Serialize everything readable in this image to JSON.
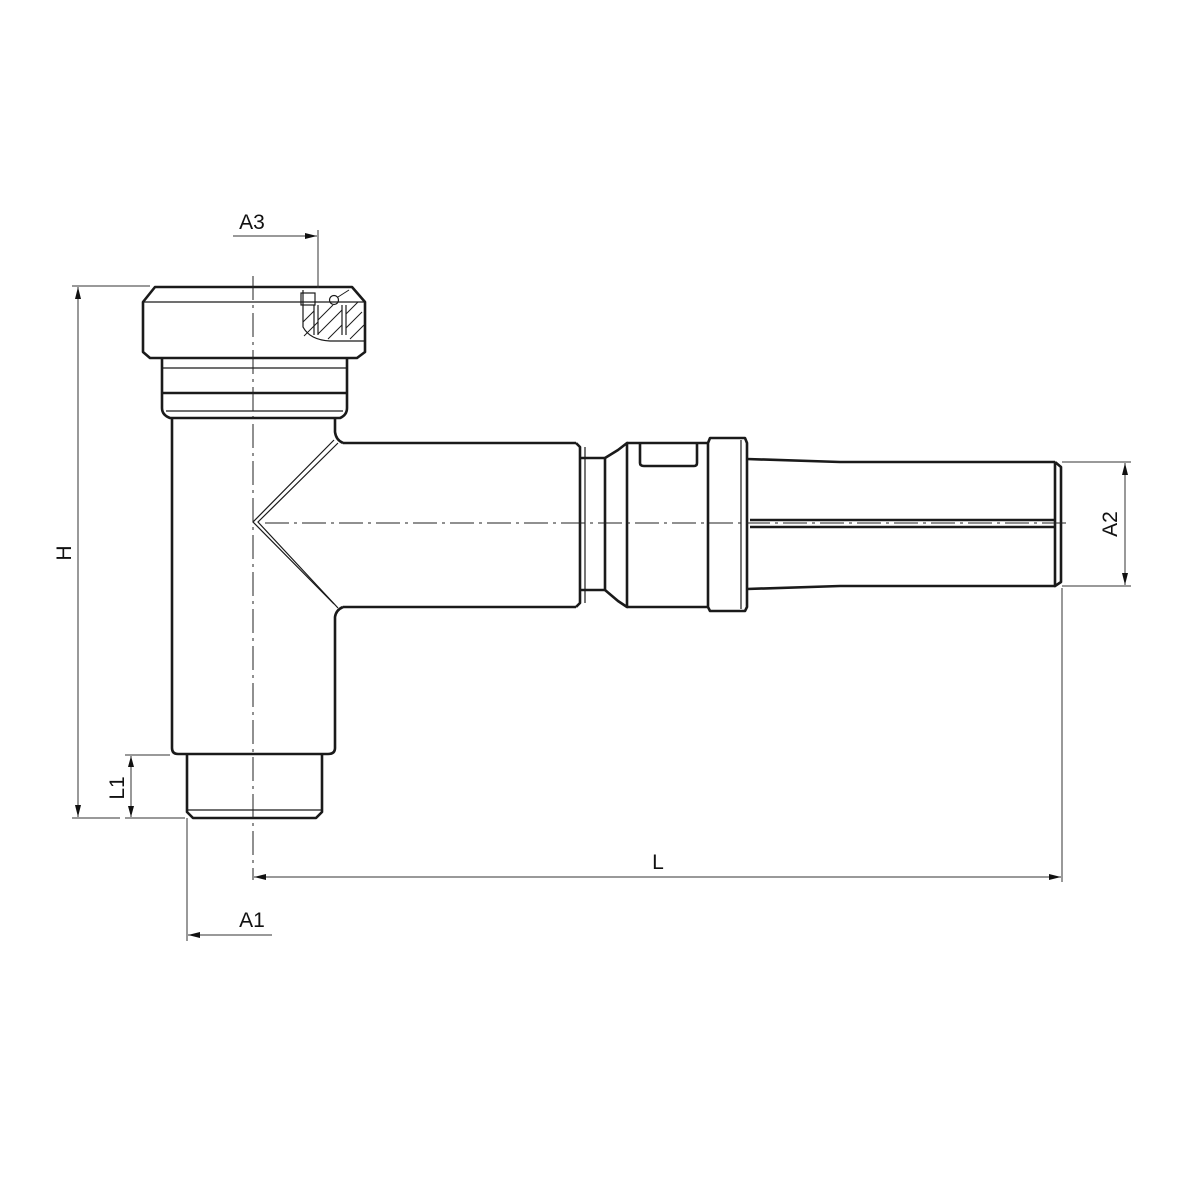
{
  "drawing": {
    "type": "technical-drawing",
    "subject": "T-piece fitting side view with dimension annotations",
    "line_color": "#1a1a1a",
    "background": "#ffffff"
  },
  "dimensions": {
    "H": "H",
    "L": "L",
    "L1": "L1",
    "A1": "A1",
    "A2": "A2",
    "A3": "A3"
  }
}
